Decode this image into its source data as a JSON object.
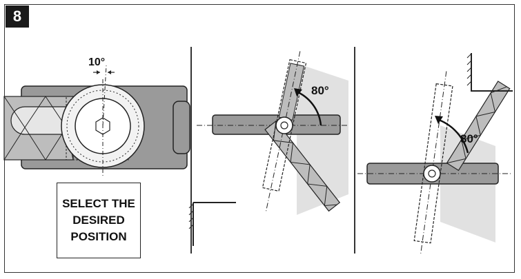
{
  "step": {
    "number": "8"
  },
  "caption": {
    "line1": "SELECT THE",
    "line2": "DESIRED",
    "line3": "POSITION"
  },
  "panels": {
    "left": {
      "angle_label": "10°"
    },
    "middle": {
      "angle_label": "80°"
    },
    "right": {
      "angle_label": "80°"
    }
  },
  "colors": {
    "ink": "#222222",
    "gray_fill": "#9a9a9a",
    "light_fill": "#d6d6d6",
    "shade": "#cfcfcf"
  }
}
